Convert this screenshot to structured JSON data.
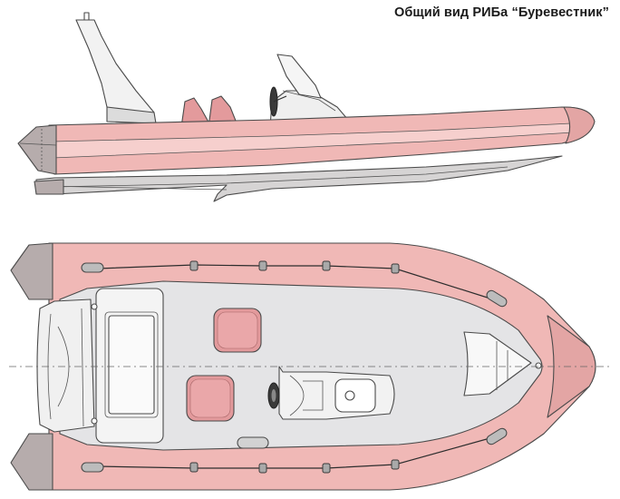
{
  "caption": "Общий вид РИБа “Буревестник”",
  "colors": {
    "tube": "#f0b8b6",
    "tube_band": "#f6cfcd",
    "seat": "#e39a9c",
    "grey_end": "#b6acac",
    "hull_grey": "#c9c7c7",
    "deck": "#e4e4e6",
    "outline": "#4a4a4a"
  },
  "views": [
    "side-view",
    "top-view"
  ]
}
